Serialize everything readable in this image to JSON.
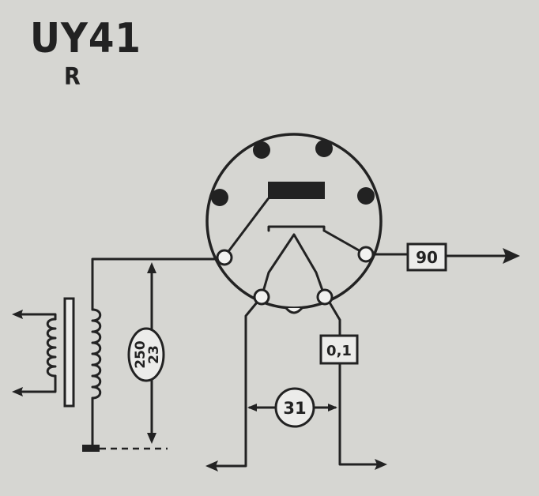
{
  "title": "UY41",
  "subtitle": "R",
  "labels": {
    "anode_resistor": "90",
    "heater_resistor": "0,1",
    "heater_voltage": "31",
    "voltage_top": "250",
    "voltage_bottom": "23"
  }
}
